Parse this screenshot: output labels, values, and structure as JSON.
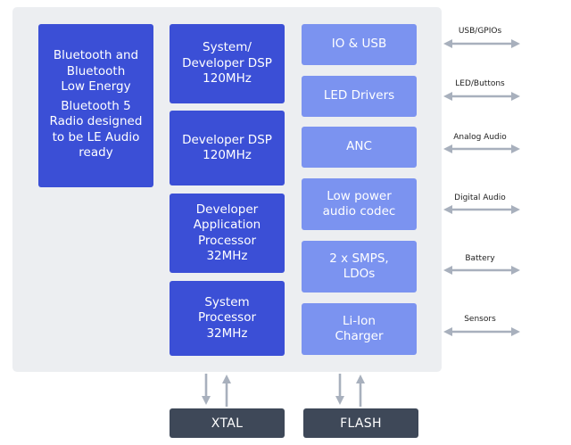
{
  "radio_block": {
    "lines": [
      "Bluetooth and",
      "Bluetooth",
      "Low Energy"
    ],
    "lines2": [
      "Bluetooth 5",
      "Radio designed",
      "to be LE Audio",
      "ready"
    ]
  },
  "processors": [
    {
      "label": "System/\nDeveloper DSP\n120MHz"
    },
    {
      "label": "Developer DSP\n120MHz"
    },
    {
      "label": "Developer\nApplication\nProcessor\n32MHz"
    },
    {
      "label": "System\nProcessor\n32MHz"
    }
  ],
  "peripherals": [
    {
      "label": "IO & USB"
    },
    {
      "label": "LED Drivers"
    },
    {
      "label": "ANC"
    },
    {
      "label": "Low power\naudio codec"
    },
    {
      "label": "2 x SMPS,\nLDOs"
    },
    {
      "label": "Li-Ion\nCharger"
    }
  ],
  "interfaces": [
    {
      "label": "USB/GPIOs"
    },
    {
      "label": "LED/Buttons"
    },
    {
      "label": "Analog Audio"
    },
    {
      "label": "Digital Audio"
    },
    {
      "label": "Battery"
    },
    {
      "label": "Sensors"
    }
  ],
  "external": {
    "xtal": "XTAL",
    "flash": "FLASH"
  },
  "colors": {
    "chip_bg": "#eceef1",
    "processor_block": "#3b4fd6",
    "peripheral_block": "#7b93f0",
    "external_block": "#3e4858",
    "arrow": "#a8b0bd"
  }
}
